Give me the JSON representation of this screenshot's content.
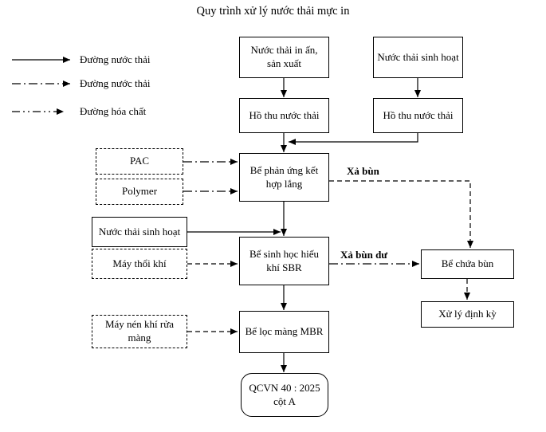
{
  "title": "Quy trình xử lý nước thải mực in",
  "colors": {
    "stroke": "#000000",
    "background": "#ffffff"
  },
  "legend": {
    "items": [
      {
        "label": "Đường nước thải",
        "line_style": "solid"
      },
      {
        "label": "Đường nước thải",
        "line_style": "dash-dot"
      },
      {
        "label": "Đường hóa chất",
        "line_style": "dash-dot-dot"
      }
    ]
  },
  "nodes": {
    "ink_wastewater": "Nước thải in ấn, sản xuất",
    "domestic_wastewater_top": "Nước thải sinh hoạt",
    "collection_pond_left": "Hồ thu nước thải",
    "collection_pond_right": "Hồ thu nước thải",
    "reaction_settling_tank": "Bể phản ứng kết hợp lắng",
    "pac": "PAC",
    "polymer": "Polymer",
    "domestic_wastewater_side": "Nước thải sinh hoạt",
    "air_blower": "Máy thổi khí",
    "sbr_tank": "Bể sinh học hiếu khí SBR",
    "membrane_air_compressor": "Máy nén khí rửa màng",
    "mbr_tank": "Bể lọc màng MBR",
    "output_standard": "QCVN 40 : 2025 cột A",
    "sludge_tank": "Bể chứa bùn",
    "periodic_treatment": "Xử lý định kỳ"
  },
  "edge_labels": {
    "sludge_discharge": "Xả bùn",
    "excess_sludge": "Xả bùn dư"
  }
}
